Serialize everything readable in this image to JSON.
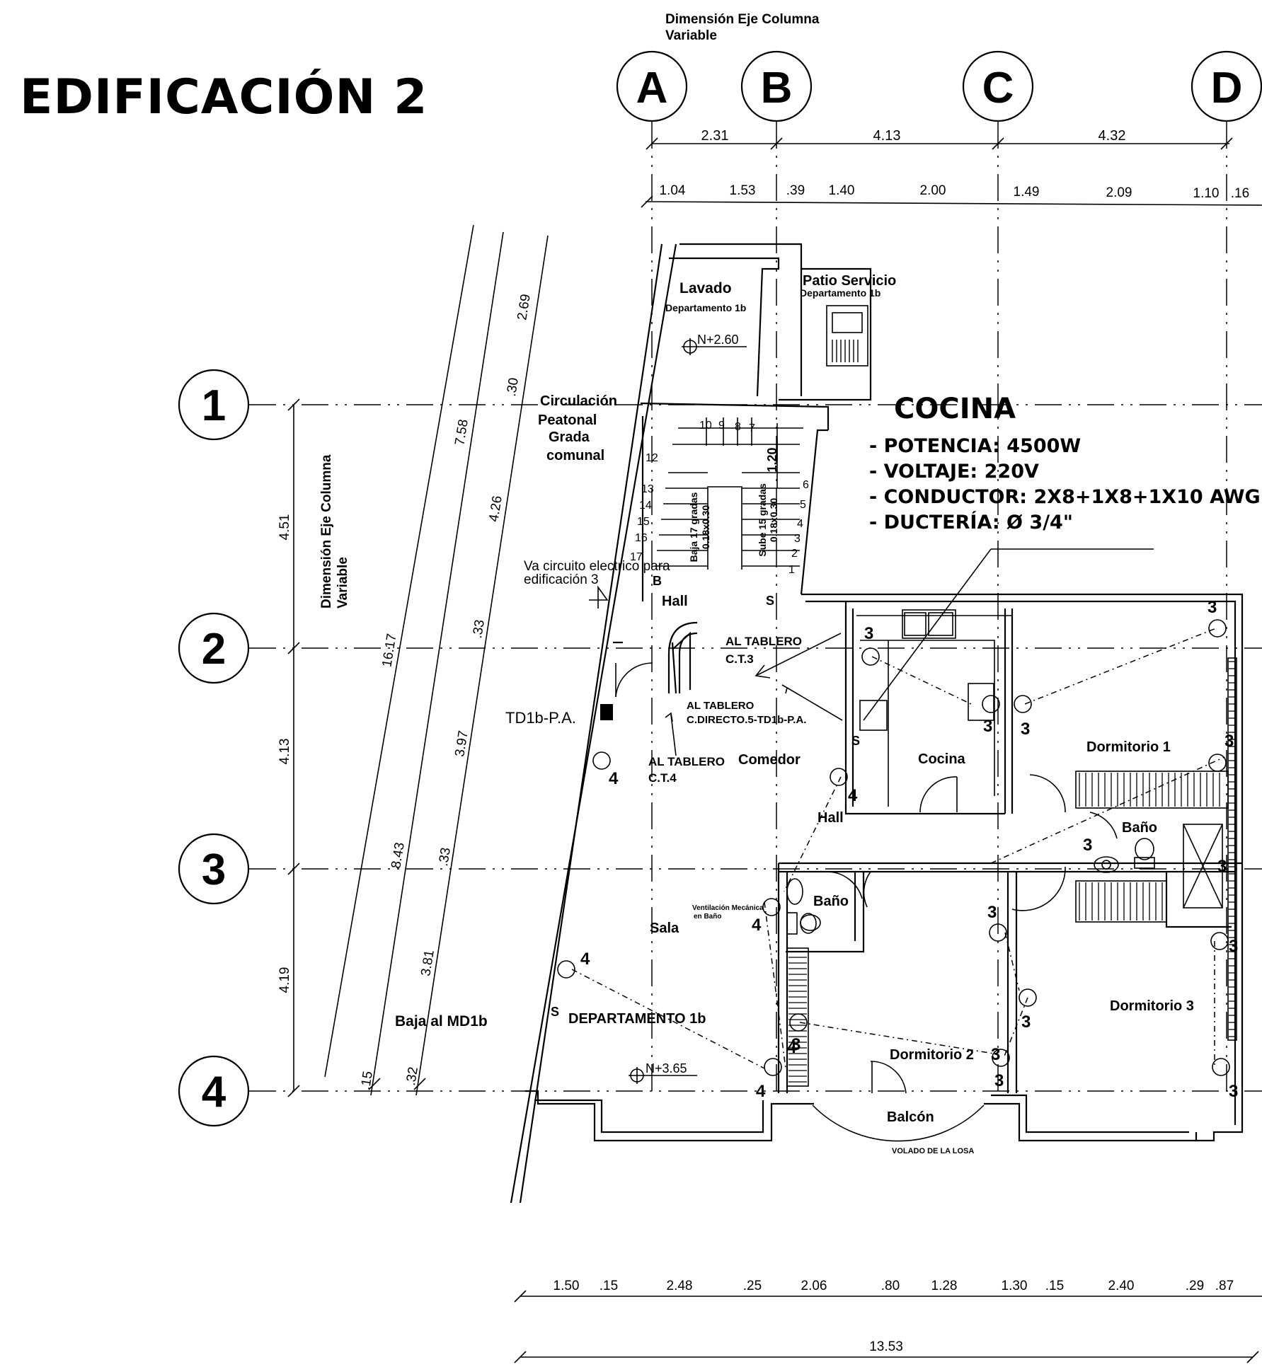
{
  "title": "EDIFICACIÓN 2",
  "axis_note": {
    "line1": "Dimensión Eje Columna",
    "line2": "Variable"
  },
  "axis_note_vertical": {
    "line1": "Dimensión Eje Columna",
    "line2": "Variable"
  },
  "grid_columns": [
    "A",
    "B",
    "C",
    "D"
  ],
  "grid_rows": [
    "1",
    "2",
    "3",
    "4"
  ],
  "top_dims": [
    "2.31",
    "4.13",
    "4.32"
  ],
  "top_subdims": [
    "1.04",
    "1.53",
    ".39",
    "1.40",
    "2.00",
    "1.49",
    "2.09",
    "1.10",
    ".16"
  ],
  "left_dims": [
    "4.51",
    "4.13",
    "4.19"
  ],
  "diag_dims": [
    "16.17",
    "8.43",
    ".15",
    "7.58",
    "3.81",
    ".32",
    "2.69",
    ".30",
    "4.26",
    ".33",
    "3.97",
    ".33"
  ],
  "bottom_subdims": [
    "1.50",
    ".15",
    "2.48",
    ".25",
    "2.06",
    ".80",
    "1.28",
    "1.30",
    ".15",
    "2.40",
    ".29",
    ".87"
  ],
  "bottom_total": "13.53",
  "spec": {
    "heading": "COCINA",
    "lines": [
      "- POTENCIA:  4500W",
      "- VOLTAJE:      220V",
      "- CONDUCTOR:  2X8+1X8+1X10 AWG",
      "- DUCTERÍA:   Ø 3/4\""
    ]
  },
  "rooms": {
    "lavado": "Lavado",
    "lavado_sub": "Departamento 1b",
    "patio": "Patio Servicio",
    "patio_sub": "Departamento 1b",
    "circ1": "Circulación",
    "circ2": "Peatonal",
    "circ3": "Grada",
    "circ4": "comunal",
    "hall_top": "Hall",
    "comedor": "Comedor",
    "hall_mid": "Hall",
    "cocina": "Cocina",
    "dorm1": "Dormitorio 1",
    "bano_right": "Baño",
    "bano_mid": "Baño",
    "sala": "Sala",
    "dorm2": "Dormitorio 2",
    "dorm3": "Dormitorio 3",
    "balcon": "Balcón",
    "volado": "VOLADO DE LA LOSA",
    "departamento": "DEPARTAMENTO 1b"
  },
  "notes": {
    "level1": "N+2.60",
    "level2": "N+3.65",
    "va_circuito1": "Va circuito electrico para",
    "va_circuito2": "edificación 3",
    "tablero_ct3a": "AL TABLERO",
    "tablero_ct3b": "C.T.3",
    "tablero_dir_a": "AL TABLERO",
    "tablero_dir_b": "C.DIRECTO.5-TD1b-P.A.",
    "tablero_ct4a": "AL TABLERO",
    "tablero_ct4b": "C.T.4",
    "td1b": "TD1b-P.A.",
    "baja_md": "Baja al MD1b",
    "ventilacion1": "Ventilación Mecánica",
    "ventilacion2": "en Baño",
    "stairs_down1": "Baja 17 gradas",
    "stairs_down2": "0.18x0.30",
    "stairs_up1": "Sube 15 gradas",
    "stairs_up2": "0.18x0.30",
    "stair_height": "1.20",
    "label_b": "B",
    "label_s1": "S",
    "label_s2": "S",
    "label_s3": "S"
  },
  "stair_steps_left": [
    "10",
    "9",
    "8",
    "7",
    "12",
    "13",
    "14",
    "15",
    "16",
    "17"
  ],
  "stair_steps_right": [
    "6",
    "5",
    "4",
    "3",
    "2",
    "1"
  ],
  "circuit_numbers": [
    "3",
    "3",
    "3",
    "3",
    "3",
    "4",
    "4",
    "4",
    "4",
    "4",
    "4",
    "3",
    "3",
    "3",
    "3",
    "3",
    "3",
    "3",
    "3",
    "3"
  ]
}
